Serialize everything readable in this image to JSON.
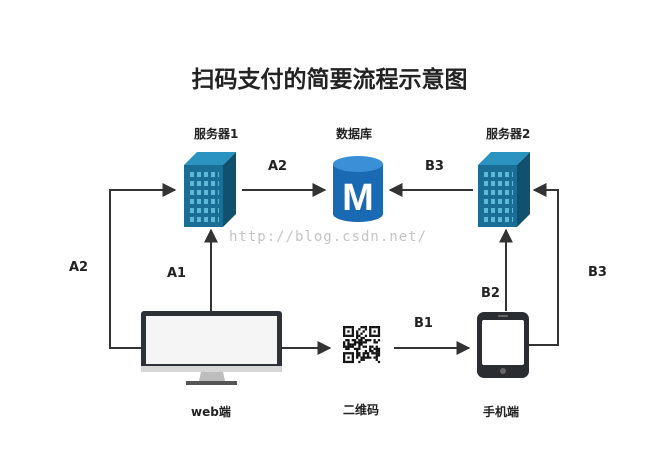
{
  "title": "扫码支付的简要流程示意图",
  "nodes": {
    "server1": "服务器1",
    "database": "数据库",
    "server2": "服务器2",
    "web": "web端",
    "qrcode": "二维码",
    "mobile": "手机端"
  },
  "edges": {
    "a1": "A1",
    "a2_left": "A2",
    "a2_top": "A2",
    "b1": "B1",
    "b2": "B2",
    "b3_top": "B3",
    "b3_right": "B3"
  },
  "watermark": "http://blog.csdn.net/",
  "db_letter": "M",
  "colors": {
    "server": "#1a6e96",
    "database": "#1a69b3",
    "monitor": "#2d3238",
    "arrow": "#333333"
  }
}
